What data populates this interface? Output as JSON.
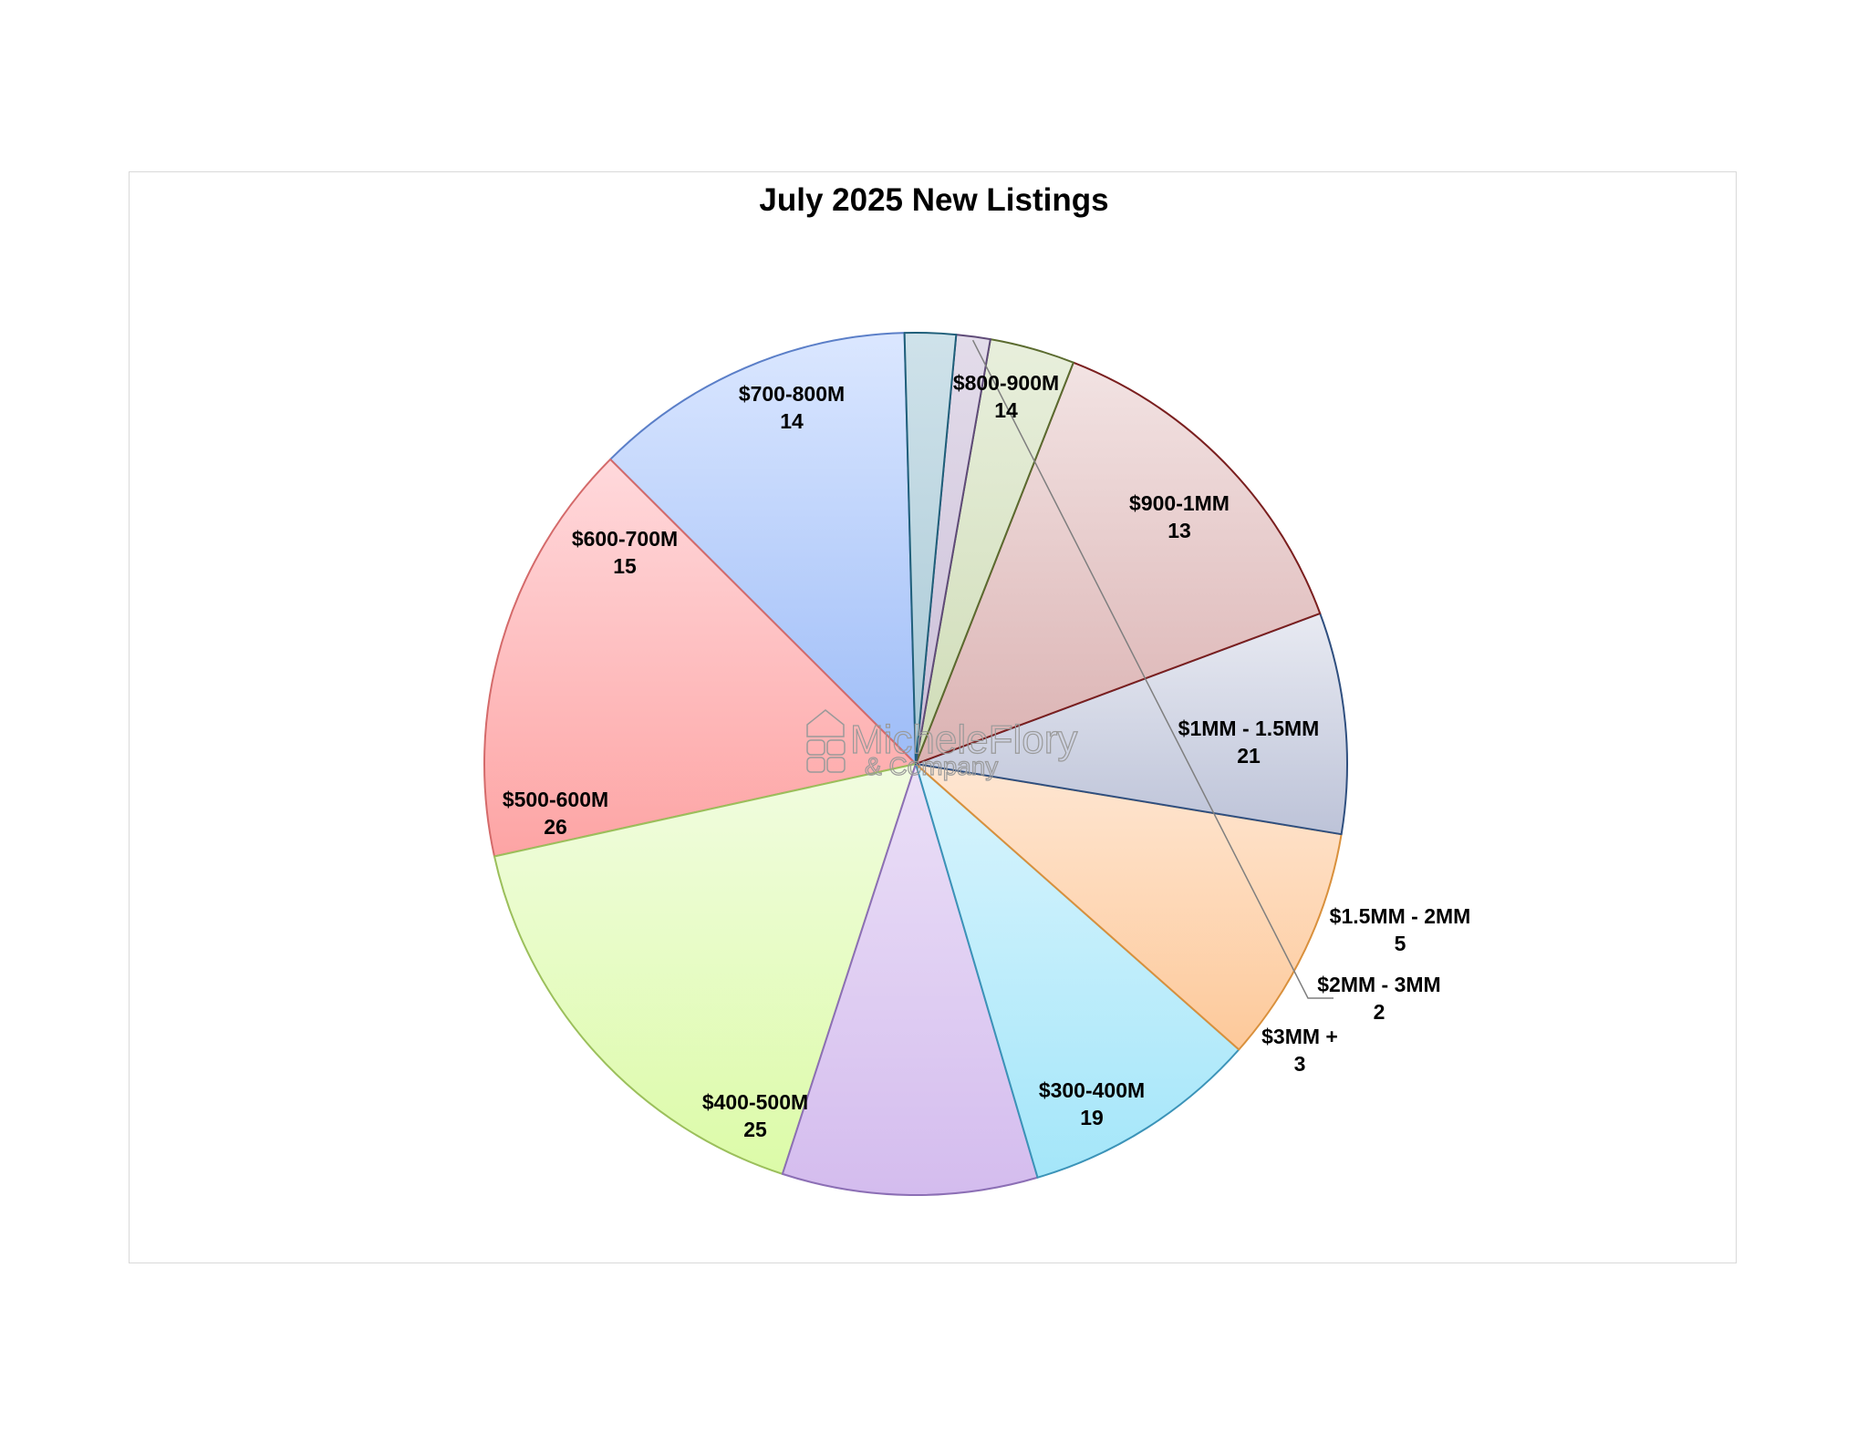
{
  "chart_data": {
    "type": "pie",
    "title": "July 2025 New Listings",
    "categories": [
      "$300-400M",
      "$400-500M",
      "$500-600M",
      "$600-700M",
      "$700-800M",
      "$800-900M",
      "$900-1MM",
      "$1MM - 1.5MM",
      "$1.5MM - 2MM",
      "$2MM - 3MM",
      "$3MM +"
    ],
    "values": [
      19,
      25,
      26,
      15,
      14,
      14,
      13,
      21,
      5,
      2,
      3
    ],
    "value_labels": [
      "19",
      "25",
      "26",
      "15",
      "14",
      "14",
      "13",
      "21",
      "5",
      "2",
      "3"
    ],
    "colors": [
      {
        "light": "#dbe7ff",
        "dark": "#9dbcf7",
        "edge": "#5b7fc8"
      },
      {
        "light": "#ffd9dc",
        "dark": "#fda4a4",
        "edge": "#d46a6a"
      },
      {
        "light": "#f1fce0",
        "dark": "#dcfba8",
        "edge": "#9bbf5b"
      },
      {
        "light": "#ebe0f7",
        "dark": "#d4bcee",
        "edge": "#8c6fb5"
      },
      {
        "light": "#d9f4fd",
        "dark": "#a4e6f9",
        "edge": "#3b93b8"
      },
      {
        "light": "#fee6d2",
        "dark": "#fdc99a",
        "edge": "#d9903c"
      },
      {
        "light": "#e8eaf2",
        "dark": "#bdc3d8",
        "edge": "#2f4f7f"
      },
      {
        "light": "#f2e3e3",
        "dark": "#dbb2b2",
        "edge": "#7a1f1f"
      },
      {
        "light": "#e8efdc",
        "dark": "#cfdcb7",
        "edge": "#5b6b2f"
      },
      {
        "light": "#e3dcea",
        "dark": "#cbbfd8",
        "edge": "#5f4b78"
      },
      {
        "light": "#cfe2ea",
        "dark": "#a9c9d6",
        "edge": "#1f5f7a"
      }
    ],
    "start_angle_deg": 91.5,
    "direction": "counterclockwise",
    "legend": "none"
  },
  "watermark": {
    "line1": "MicheleFlory",
    "line2": "& Company"
  }
}
